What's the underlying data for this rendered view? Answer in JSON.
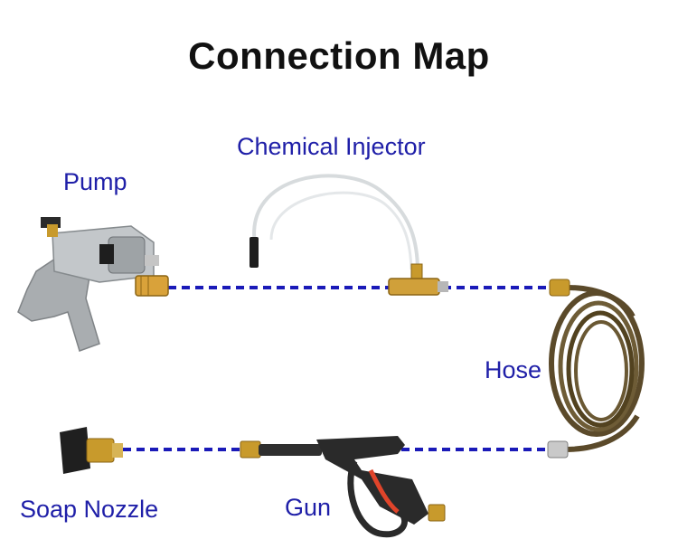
{
  "title": "Connection Map",
  "components": {
    "pump": "Pump",
    "chemical_injector": "Chemical Injector",
    "hose": "Hose",
    "soap_nozzle": "Soap Nozzle",
    "gun": "Gun"
  },
  "colors": {
    "label": "#1f1fa8",
    "connection_line": "#1a1ab8",
    "brass": "#c89a2c",
    "hose_brown": "#5b4a2a",
    "pump_metal": "#b8bcbf",
    "gun_body": "#2a2a2a",
    "trigger_accent": "#e0442a"
  }
}
